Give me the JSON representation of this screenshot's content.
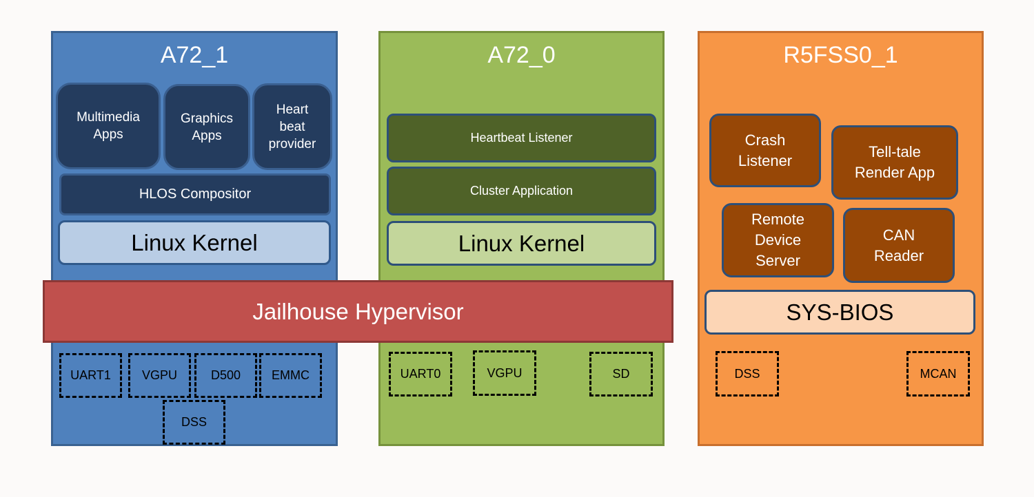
{
  "panels": {
    "a72_1": {
      "title": "A72_1",
      "apps": [
        {
          "line1": "Multimedia",
          "line2": "Apps"
        },
        {
          "line1": "Graphics",
          "line2": "Apps"
        },
        {
          "line1": "Heart",
          "line2": "beat",
          "line3": "provider"
        }
      ],
      "compositor": "HLOS Compositor",
      "kernel": "Linux Kernel",
      "devices": [
        "UART1",
        "VGPU",
        "D500",
        "EMMC",
        "DSS"
      ]
    },
    "a72_0": {
      "title": "A72_0",
      "apps": [
        "Heartbeat Listener",
        "Cluster Application"
      ],
      "kernel": "Linux Kernel",
      "devices": [
        "UART0",
        "VGPU",
        "SD"
      ]
    },
    "r5fss0_1": {
      "title": "R5FSS0_1",
      "apps": [
        {
          "line1": "Crash",
          "line2": "Listener"
        },
        {
          "line1": "Tell-tale",
          "line2": "Render App"
        },
        {
          "line1": "Remote",
          "line2": "Device",
          "line3": "Server"
        },
        {
          "line1": "CAN",
          "line2": "Reader"
        }
      ],
      "os": "SYS-BIOS",
      "devices": [
        "DSS",
        "MCAN"
      ]
    }
  },
  "hypervisor": "Jailhouse Hypervisor",
  "colors": {
    "a72_1": "#4f81bd",
    "a72_0": "#9bbb59",
    "r5fss0_1": "#f79646",
    "hypervisor": "#c0504d"
  }
}
